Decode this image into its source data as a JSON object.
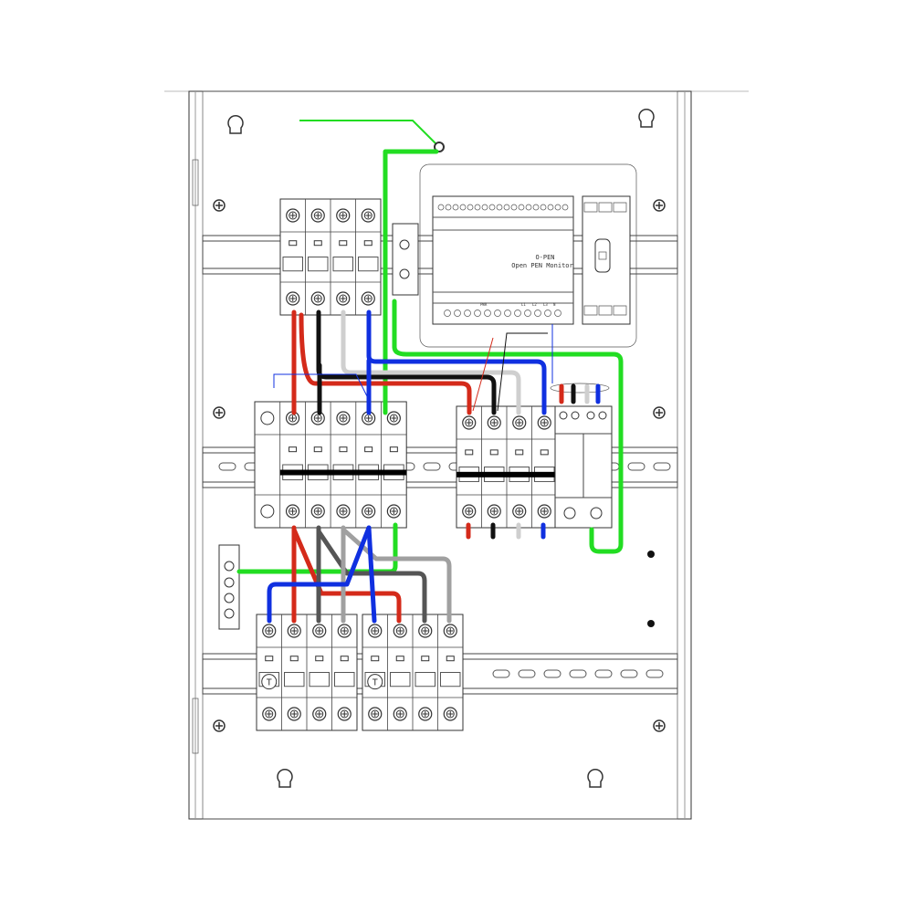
{
  "monitor": {
    "brand": "O-PEN",
    "name": "Open PEN Monitor",
    "pwr_label": "PWR",
    "phase_labels": [
      "L1",
      "L2",
      "L3",
      "N"
    ]
  },
  "rcbo": {
    "test_label_1": "T",
    "test_label_2": "T"
  },
  "colors": {
    "line1": "#d42a1a",
    "line2": "#111111",
    "line3": "#cfcfcf",
    "neutral": "#1030e0",
    "earth": "#22dd22",
    "grey_dark": "#555555",
    "grey_light": "#a0a0a0"
  }
}
